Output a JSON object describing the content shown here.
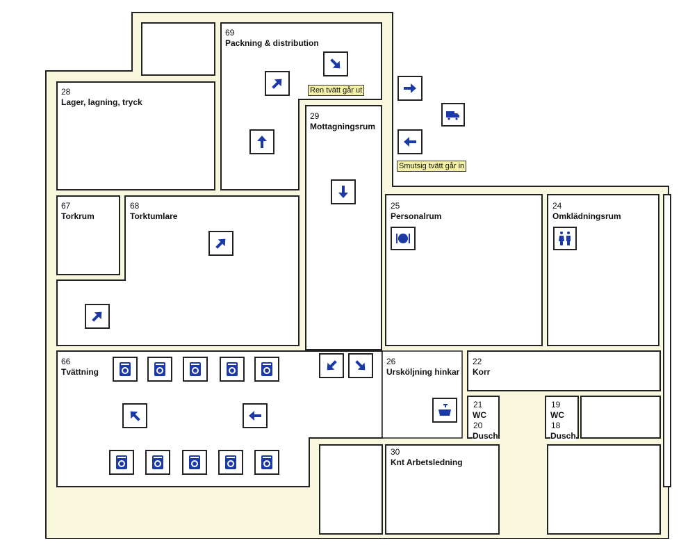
{
  "colors": {
    "corridor": "#faf7df",
    "wall": "#222222",
    "icon": "#1b3aa8",
    "note": "#f4f0a8"
  },
  "rooms": {
    "r69": {
      "num": "69",
      "name": "Packning & distribution"
    },
    "r28": {
      "num": "28",
      "name": "Lager, lagning, tryck"
    },
    "r29": {
      "num": "29",
      "name": "Mottagningsrum"
    },
    "r67": {
      "num": "67",
      "name": "Torkrum"
    },
    "r68": {
      "num": "68",
      "name": "Torktumlare"
    },
    "r25": {
      "num": "25",
      "name": "Personalrum"
    },
    "r24": {
      "num": "24",
      "name": "Omklädningsrum"
    },
    "r66": {
      "num": "66",
      "name": "Tvättning"
    },
    "r26": {
      "num": "26",
      "name": "Ursköljning hinkar"
    },
    "r22": {
      "num": "22",
      "name": "Korr"
    },
    "r21": {
      "num": "21",
      "name": "WC"
    },
    "r20": {
      "num": "20",
      "name": "Dusch"
    },
    "r19": {
      "num": "19",
      "name": "WC"
    },
    "r18": {
      "num": "18",
      "name": "Dusch"
    },
    "r30": {
      "num": "30",
      "name": "Knt Arbetsledning"
    }
  },
  "notes": {
    "clean_out": "Ren tvätt går ut",
    "dirty_in": "Smutsig tvätt går in"
  },
  "icons": [
    "arrow-icon",
    "truck-icon",
    "dining-icon",
    "restroom-icon",
    "washing-machine-icon",
    "sink-icon"
  ]
}
